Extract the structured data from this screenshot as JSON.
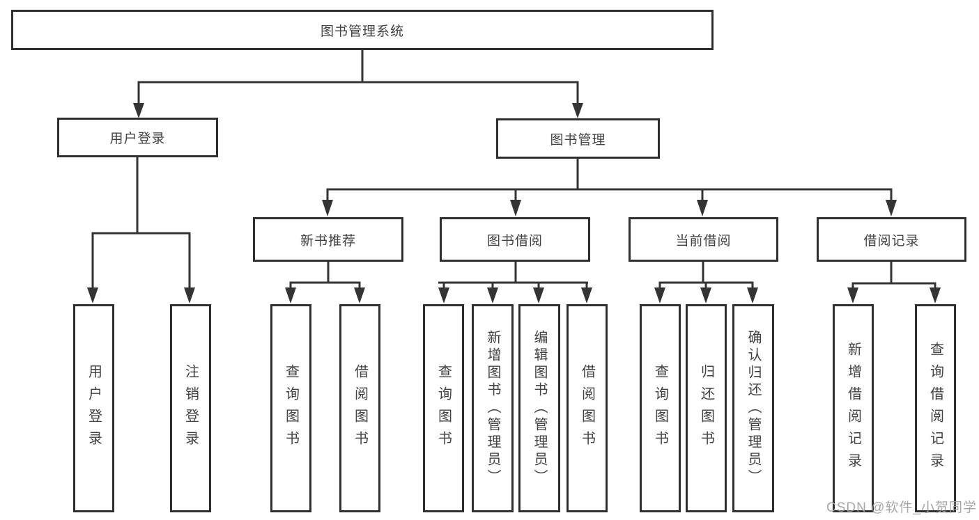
{
  "diagram": {
    "title": "图书管理系统",
    "colors": {
      "line": "#343434",
      "border": "#2f2f2f",
      "text": "#424242",
      "watermark": "#9e9e9e",
      "background": "#ffffff"
    },
    "root": {
      "label": "图书管理系统"
    },
    "level2": [
      {
        "label": "用户登录",
        "children": [
          {
            "label": "用户登录"
          },
          {
            "label": "注销登录"
          }
        ]
      },
      {
        "label": "图书管理",
        "children": [
          {
            "label": "新书推荐",
            "children": [
              {
                "label": "查询图书"
              },
              {
                "label": "借阅图书"
              }
            ]
          },
          {
            "label": "图书借阅",
            "children": [
              {
                "label": "查询图书"
              },
              {
                "label": "新增图书（管理员）"
              },
              {
                "label": "编辑图书（管理员）"
              },
              {
                "label": "借阅图书"
              }
            ]
          },
          {
            "label": "当前借阅",
            "children": [
              {
                "label": "查询图书"
              },
              {
                "label": "归还图书"
              },
              {
                "label": "确认归还（管理员）"
              }
            ]
          },
          {
            "label": "借阅记录",
            "children": [
              {
                "label": "新增借阅记录"
              },
              {
                "label": "查询借阅记录"
              }
            ]
          }
        ]
      }
    ]
  },
  "watermark": {
    "text": "CSDN @软件_小贺同学"
  }
}
